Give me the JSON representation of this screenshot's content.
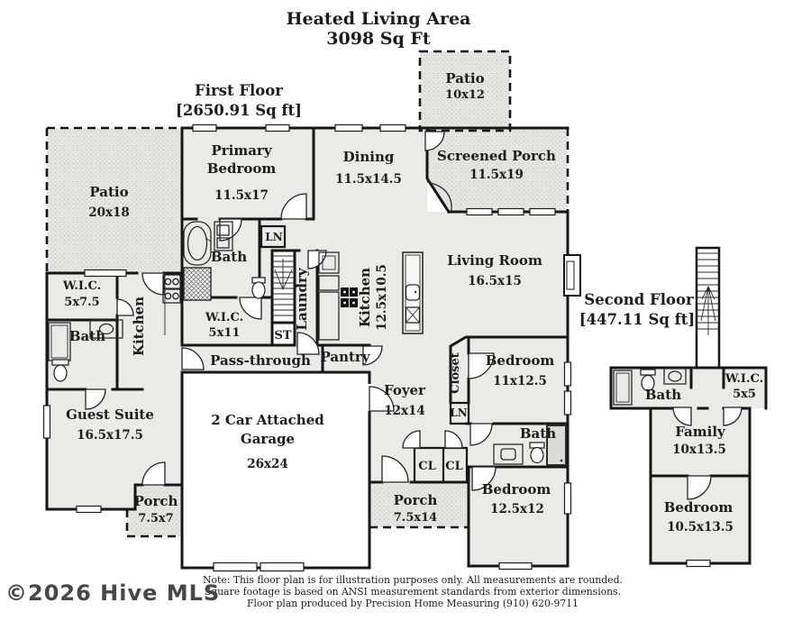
{
  "title": {
    "line1": "Heated Living Area",
    "line2": "3098 Sq Ft"
  },
  "floors": {
    "first": {
      "name": "First Floor",
      "area": "[2650.91 Sq ft]"
    },
    "second": {
      "name": "Second Floor",
      "area": "[447.11 Sq ft]"
    }
  },
  "rooms": {
    "patio_small": {
      "name": "Patio",
      "dims": "10x12"
    },
    "screened_porch": {
      "name": "Screened Porch",
      "dims": "11.5x19"
    },
    "patio_large": {
      "name": "Patio",
      "dims": "20x18"
    },
    "primary_bedroom": {
      "name1": "Primary",
      "name2": "Bedroom",
      "dims": "11.5x17"
    },
    "dining": {
      "name": "Dining",
      "dims": "11.5x14.5"
    },
    "living_room": {
      "name": "Living Room",
      "dims": "16.5x15"
    },
    "wic_guest": {
      "name": "W.I.C.",
      "dims": "5x7.5"
    },
    "bath_guest": {
      "name": "Bath"
    },
    "kitchen_guest": {
      "name": "Kitchen"
    },
    "bath_primary": {
      "name": "Bath"
    },
    "linen_primary": {
      "name": "LN"
    },
    "wic_primary": {
      "name": "W.I.C.",
      "dims": "5x11"
    },
    "stair_closet": {
      "name": "ST"
    },
    "laundry": {
      "name": "Laundry"
    },
    "kitchen_main": {
      "name": "Kitchen",
      "dims": "12.5x10.5"
    },
    "pass_through": {
      "name": "Pass-through"
    },
    "pantry": {
      "name": "Pantry"
    },
    "guest_suite": {
      "name": "Guest Suite",
      "dims": "16.5x17.5"
    },
    "garage": {
      "name1": "2 Car Attached",
      "name2": "Garage",
      "dims": "26x24"
    },
    "foyer": {
      "name": "Foyer",
      "dims": "12x14"
    },
    "closet_hall": {
      "name": "Closet"
    },
    "bedroom_front": {
      "name": "Bedroom",
      "dims": "11x12.5"
    },
    "linen_hall": {
      "name": "LN"
    },
    "bath_hall": {
      "name": "Bath"
    },
    "closet_a": {
      "name": "CL"
    },
    "closet_b": {
      "name": "CL"
    },
    "bedroom_rear": {
      "name": "Bedroom",
      "dims": "12.5x12"
    },
    "porch_side": {
      "name": "Porch",
      "dims": "7.5x7"
    },
    "porch_front": {
      "name": "Porch",
      "dims": "7.5x14"
    },
    "bath_up": {
      "name": "Bath"
    },
    "wic_up": {
      "name": "W.I.C.",
      "dims": "5x5"
    },
    "family": {
      "name": "Family",
      "dims": "10x13.5"
    },
    "bedroom_up": {
      "name": "Bedroom",
      "dims": "10.5x13.5"
    }
  },
  "footer": {
    "note_line1": "Note: This floor plan is for illustration purposes only. All measurements are rounded.",
    "note_line2": "Square footage is based on ANSI measurement standards from exterior dimensions.",
    "note_line3": "Floor plan produced by Precision Home Measuring (910) 620-9711",
    "watermark": "©2026 Hive MLS"
  },
  "colors": {
    "wall": "#161616",
    "room_fill": "#eceae7",
    "text": "#1c1c1c"
  }
}
